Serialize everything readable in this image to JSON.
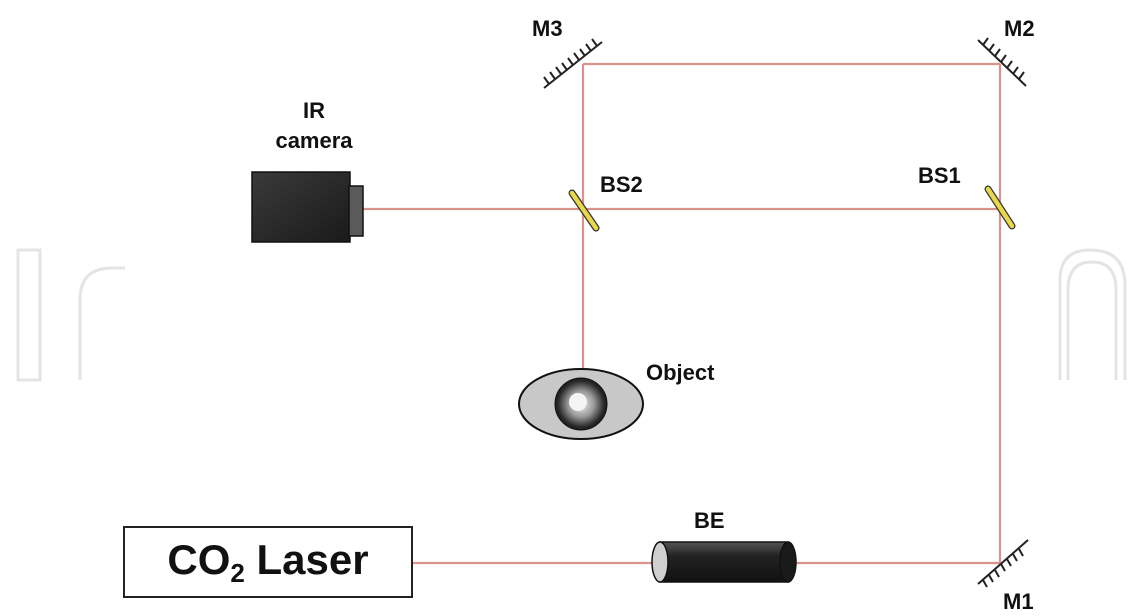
{
  "labels": {
    "m3": "M3",
    "m2": "M2",
    "m1": "M1",
    "bs1": "BS1",
    "bs2": "BS2",
    "camera_line1": "IR",
    "camera_line2": "camera",
    "object": "Object",
    "be": "BE",
    "laser_main": "CO",
    "laser_sub": "2",
    "laser_suffix": " Laser"
  },
  "colors": {
    "beam": "#d99a94",
    "mirror": "#222222",
    "beamsplitter": "#e8d84a",
    "camera_body": "#2b2b2b",
    "object_outer": "#c9c9c9",
    "watermark": "#e2e2e2"
  }
}
